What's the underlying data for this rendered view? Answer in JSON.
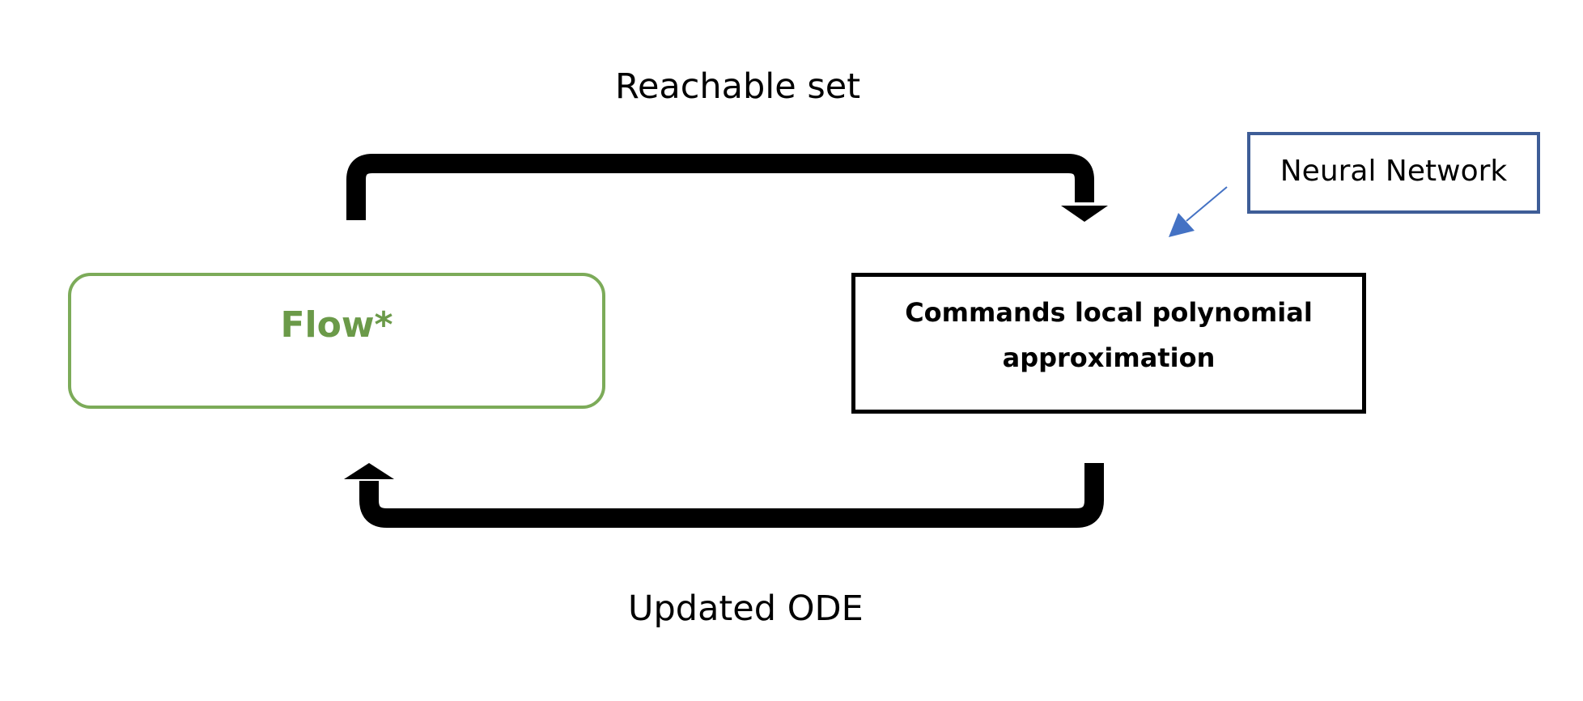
{
  "diagram": {
    "top_label": "Reachable set",
    "bottom_label": "Updated ODE",
    "flow_box": {
      "label": "Flow*",
      "border_color": "#7cab59",
      "text_color": "#6b9a49"
    },
    "commands_box": {
      "line1": "Commands local polynomial",
      "line2": "approximation",
      "border_color": "#000000"
    },
    "neural_network_box": {
      "label": "Neural Network",
      "border_color": "#3e5d97"
    },
    "arrows": [
      {
        "from": "flow_box",
        "to": "commands_box",
        "label_ref": "top_label",
        "color": "#000000"
      },
      {
        "from": "commands_box",
        "to": "flow_box",
        "label_ref": "bottom_label",
        "color": "#000000"
      },
      {
        "from": "neural_network_box",
        "to": "commands_box",
        "color": "#4472c4"
      }
    ]
  }
}
